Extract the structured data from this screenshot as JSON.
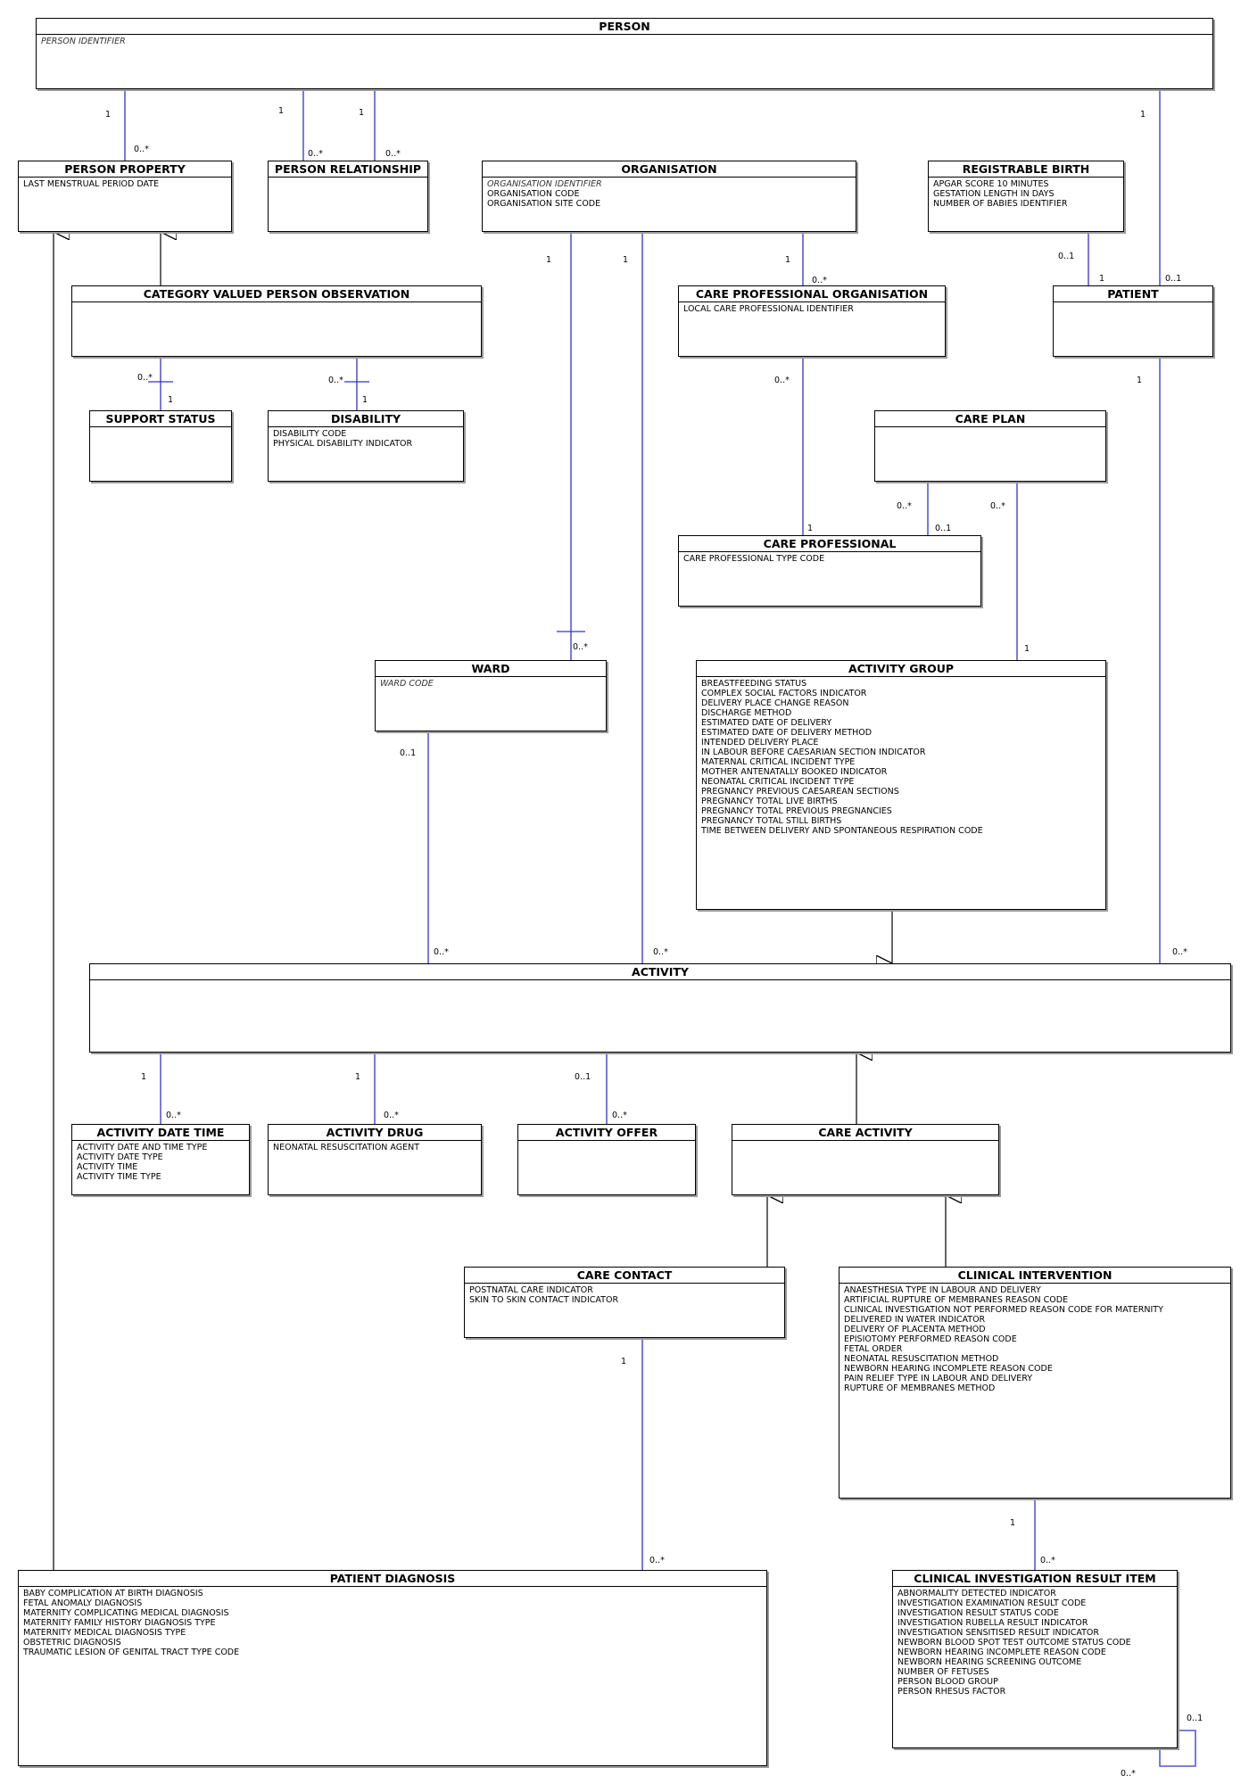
{
  "entities": {
    "person": {
      "name": "PERSON",
      "keys": [
        "PERSON IDENTIFIER"
      ],
      "attrs": []
    },
    "person_property": {
      "name": "PERSON PROPERTY",
      "keys": [],
      "attrs": [
        "LAST MENSTRUAL PERIOD DATE"
      ]
    },
    "person_relationship": {
      "name": "PERSON RELATIONSHIP",
      "keys": [],
      "attrs": []
    },
    "organisation": {
      "name": "ORGANISATION",
      "keys": [
        "ORGANISATION IDENTIFIER"
      ],
      "attrs": [
        "ORGANISATION CODE",
        "ORGANISATION SITE CODE"
      ]
    },
    "registrable_birth": {
      "name": "REGISTRABLE BIRTH",
      "keys": [],
      "attrs": [
        "APGAR SCORE 10 MINUTES",
        "GESTATION LENGTH IN DAYS",
        "NUMBER OF BABIES IDENTIFIER"
      ]
    },
    "category_valued_person_observation": {
      "name": "CATEGORY VALUED PERSON OBSERVATION",
      "keys": [],
      "attrs": []
    },
    "care_professional_organisation": {
      "name": "CARE PROFESSIONAL ORGANISATION",
      "keys": [],
      "attrs": [
        "LOCAL CARE PROFESSIONAL IDENTIFIER"
      ]
    },
    "patient": {
      "name": "PATIENT",
      "keys": [],
      "attrs": []
    },
    "support_status": {
      "name": "SUPPORT STATUS",
      "keys": [],
      "attrs": []
    },
    "disability": {
      "name": "DISABILITY",
      "keys": [],
      "attrs": [
        "DISABILITY CODE",
        "PHYSICAL DISABILITY INDICATOR"
      ]
    },
    "care_plan": {
      "name": "CARE PLAN",
      "keys": [],
      "attrs": []
    },
    "care_professional": {
      "name": "CARE PROFESSIONAL",
      "keys": [],
      "attrs": [
        "CARE PROFESSIONAL TYPE CODE"
      ]
    },
    "ward": {
      "name": "WARD",
      "keys": [
        "WARD CODE"
      ],
      "attrs": []
    },
    "activity_group": {
      "name": "ACTIVITY GROUP",
      "keys": [],
      "attrs": [
        "BREASTFEEDING STATUS",
        "COMPLEX SOCIAL FACTORS INDICATOR",
        "DELIVERY PLACE CHANGE REASON",
        "DISCHARGE METHOD",
        "ESTIMATED DATE OF DELIVERY",
        "ESTIMATED DATE OF DELIVERY METHOD",
        "INTENDED DELIVERY PLACE",
        "IN LABOUR BEFORE CAESARIAN SECTION INDICATOR",
        "MATERNAL CRITICAL INCIDENT TYPE",
        "MOTHER ANTENATALLY BOOKED INDICATOR",
        "NEONATAL CRITICAL INCIDENT TYPE",
        "PREGNANCY PREVIOUS CAESAREAN SECTIONS",
        "PREGNANCY TOTAL LIVE BIRTHS",
        "PREGNANCY TOTAL PREVIOUS PREGNANCIES",
        "PREGNANCY TOTAL STILL BIRTHS",
        "TIME BETWEEN DELIVERY AND SPONTANEOUS RESPIRATION CODE"
      ]
    },
    "activity": {
      "name": "ACTIVITY",
      "keys": [],
      "attrs": []
    },
    "activity_date_time": {
      "name": "ACTIVITY DATE TIME",
      "keys": [],
      "attrs": [
        "ACTIVITY DATE AND TIME TYPE",
        "ACTIVITY DATE TYPE",
        "ACTIVITY TIME",
        "ACTIVITY TIME TYPE"
      ]
    },
    "activity_drug": {
      "name": "ACTIVITY DRUG",
      "keys": [],
      "attrs": [
        "NEONATAL RESUSCITATION AGENT"
      ]
    },
    "activity_offer": {
      "name": "ACTIVITY OFFER",
      "keys": [],
      "attrs": []
    },
    "care_activity": {
      "name": "CARE ACTIVITY",
      "keys": [],
      "attrs": []
    },
    "care_contact": {
      "name": "CARE CONTACT",
      "keys": [],
      "attrs": [
        "POSTNATAL CARE INDICATOR",
        "SKIN TO SKIN CONTACT INDICATOR"
      ]
    },
    "clinical_intervention": {
      "name": "CLINICAL INTERVENTION",
      "keys": [],
      "attrs": [
        "ANAESTHESIA TYPE IN LABOUR AND DELIVERY",
        "ARTIFICIAL RUPTURE OF MEMBRANES REASON CODE",
        "CLINICAL INVESTIGATION NOT PERFORMED REASON CODE FOR MATERNITY",
        "DELIVERED IN WATER INDICATOR",
        "DELIVERY OF PLACENTA METHOD",
        "EPISIOTOMY PERFORMED REASON CODE",
        "FETAL ORDER",
        "NEONATAL RESUSCITATION METHOD",
        "NEWBORN HEARING INCOMPLETE REASON CODE",
        "PAIN RELIEF TYPE IN LABOUR AND DELIVERY",
        "RUPTURE OF MEMBRANES METHOD"
      ]
    },
    "patient_diagnosis": {
      "name": "PATIENT DIAGNOSIS",
      "keys": [],
      "attrs": [
        "BABY COMPLICATION AT BIRTH DIAGNOSIS",
        "FETAL ANOMALY DIAGNOSIS",
        "MATERNITY COMPLICATING MEDICAL DIAGNOSIS",
        "MATERNITY FAMILY HISTORY DIAGNOSIS TYPE",
        "MATERNITY MEDICAL DIAGNOSIS TYPE",
        "OBSTETRIC DIAGNOSIS",
        "TRAUMATIC LESION OF GENITAL TRACT TYPE CODE"
      ]
    },
    "clinical_investigation_result_item": {
      "name": "CLINICAL INVESTIGATION RESULT ITEM",
      "keys": [],
      "attrs": [
        "ABNORMALITY DETECTED INDICATOR",
        "INVESTIGATION EXAMINATION RESULT CODE",
        "INVESTIGATION RESULT STATUS CODE",
        "INVESTIGATION RUBELLA RESULT INDICATOR",
        "INVESTIGATION SENSITISED RESULT INDICATOR",
        "NEWBORN BLOOD SPOT TEST OUTCOME STATUS CODE",
        "NEWBORN HEARING INCOMPLETE REASON CODE",
        "NEWBORN HEARING SCREENING OUTCOME",
        "NUMBER OF FETUSES",
        "PERSON BLOOD GROUP",
        "PERSON RHESUS FACTOR"
      ]
    }
  },
  "associations": [
    {
      "from": "person",
      "to": "person_property",
      "from_mult": "1",
      "to_mult": "0..*"
    },
    {
      "from": "person",
      "to": "person_relationship",
      "from_mult": "1",
      "to_mult": "0..*"
    },
    {
      "from": "person",
      "to": "person_relationship",
      "from_mult": "1",
      "to_mult": "0..*"
    },
    {
      "from": "person",
      "to": "patient",
      "from_mult": "1",
      "to_mult": "0..1"
    },
    {
      "from": "organisation",
      "to": "care_professional_organisation",
      "from_mult": "1",
      "to_mult": "0..*"
    },
    {
      "from": "organisation",
      "to": "ward",
      "from_mult": "1",
      "to_mult": "0..*"
    },
    {
      "from": "organisation",
      "to": "activity",
      "from_mult": "1",
      "to_mult": "0..*"
    },
    {
      "from": "registrable_birth",
      "to": "patient",
      "from_mult": "0..1",
      "to_mult": "1"
    },
    {
      "from": "category_valued_person_observation",
      "to": "support_status",
      "from_mult": "0..*",
      "to_mult": "1"
    },
    {
      "from": "category_valued_person_observation",
      "to": "disability",
      "from_mult": "0..*",
      "to_mult": "1"
    },
    {
      "from": "care_professional_organisation",
      "to": "care_professional",
      "from_mult": "0..*",
      "to_mult": "1"
    },
    {
      "from": "care_plan",
      "to": "care_professional",
      "from_mult": "0..*",
      "to_mult": "0..1"
    },
    {
      "from": "care_plan",
      "to": "activity_group",
      "from_mult": "0..*",
      "to_mult": "1"
    },
    {
      "from": "patient",
      "to": "activity",
      "from_mult": "1",
      "to_mult": "0..*"
    },
    {
      "from": "ward",
      "to": "activity",
      "from_mult": "0..1",
      "to_mult": "0..*"
    },
    {
      "from": "activity",
      "to": "activity_date_time",
      "from_mult": "1",
      "to_mult": "0..*"
    },
    {
      "from": "activity",
      "to": "activity_drug",
      "from_mult": "1",
      "to_mult": "0..*"
    },
    {
      "from": "activity",
      "to": "activity_offer",
      "from_mult": "0..1",
      "to_mult": "0..*"
    },
    {
      "from": "care_contact",
      "to": "patient_diagnosis",
      "from_mult": "1",
      "to_mult": "0..*"
    },
    {
      "from": "clinical_intervention",
      "to": "clinical_investigation_result_item",
      "from_mult": "1",
      "to_mult": "0..*"
    },
    {
      "from": "clinical_investigation_result_item",
      "to": "clinical_investigation_result_item",
      "from_mult": "0..1",
      "to_mult": "0..*"
    }
  ],
  "generalizations": [
    {
      "child": "category_valued_person_observation",
      "parent": "person_property"
    },
    {
      "child": "patient_diagnosis",
      "parent": "person_property"
    },
    {
      "child": "activity_group",
      "parent": "activity"
    },
    {
      "child": "care_activity",
      "parent": "activity"
    },
    {
      "child": "care_contact",
      "parent": "care_activity"
    },
    {
      "child": "clinical_intervention",
      "parent": "care_activity"
    }
  ],
  "colors": {
    "association_line": "#3333cc",
    "generalization_line": "#000000",
    "box_border": "#000000",
    "box_shadow": "#9a9a9a"
  }
}
